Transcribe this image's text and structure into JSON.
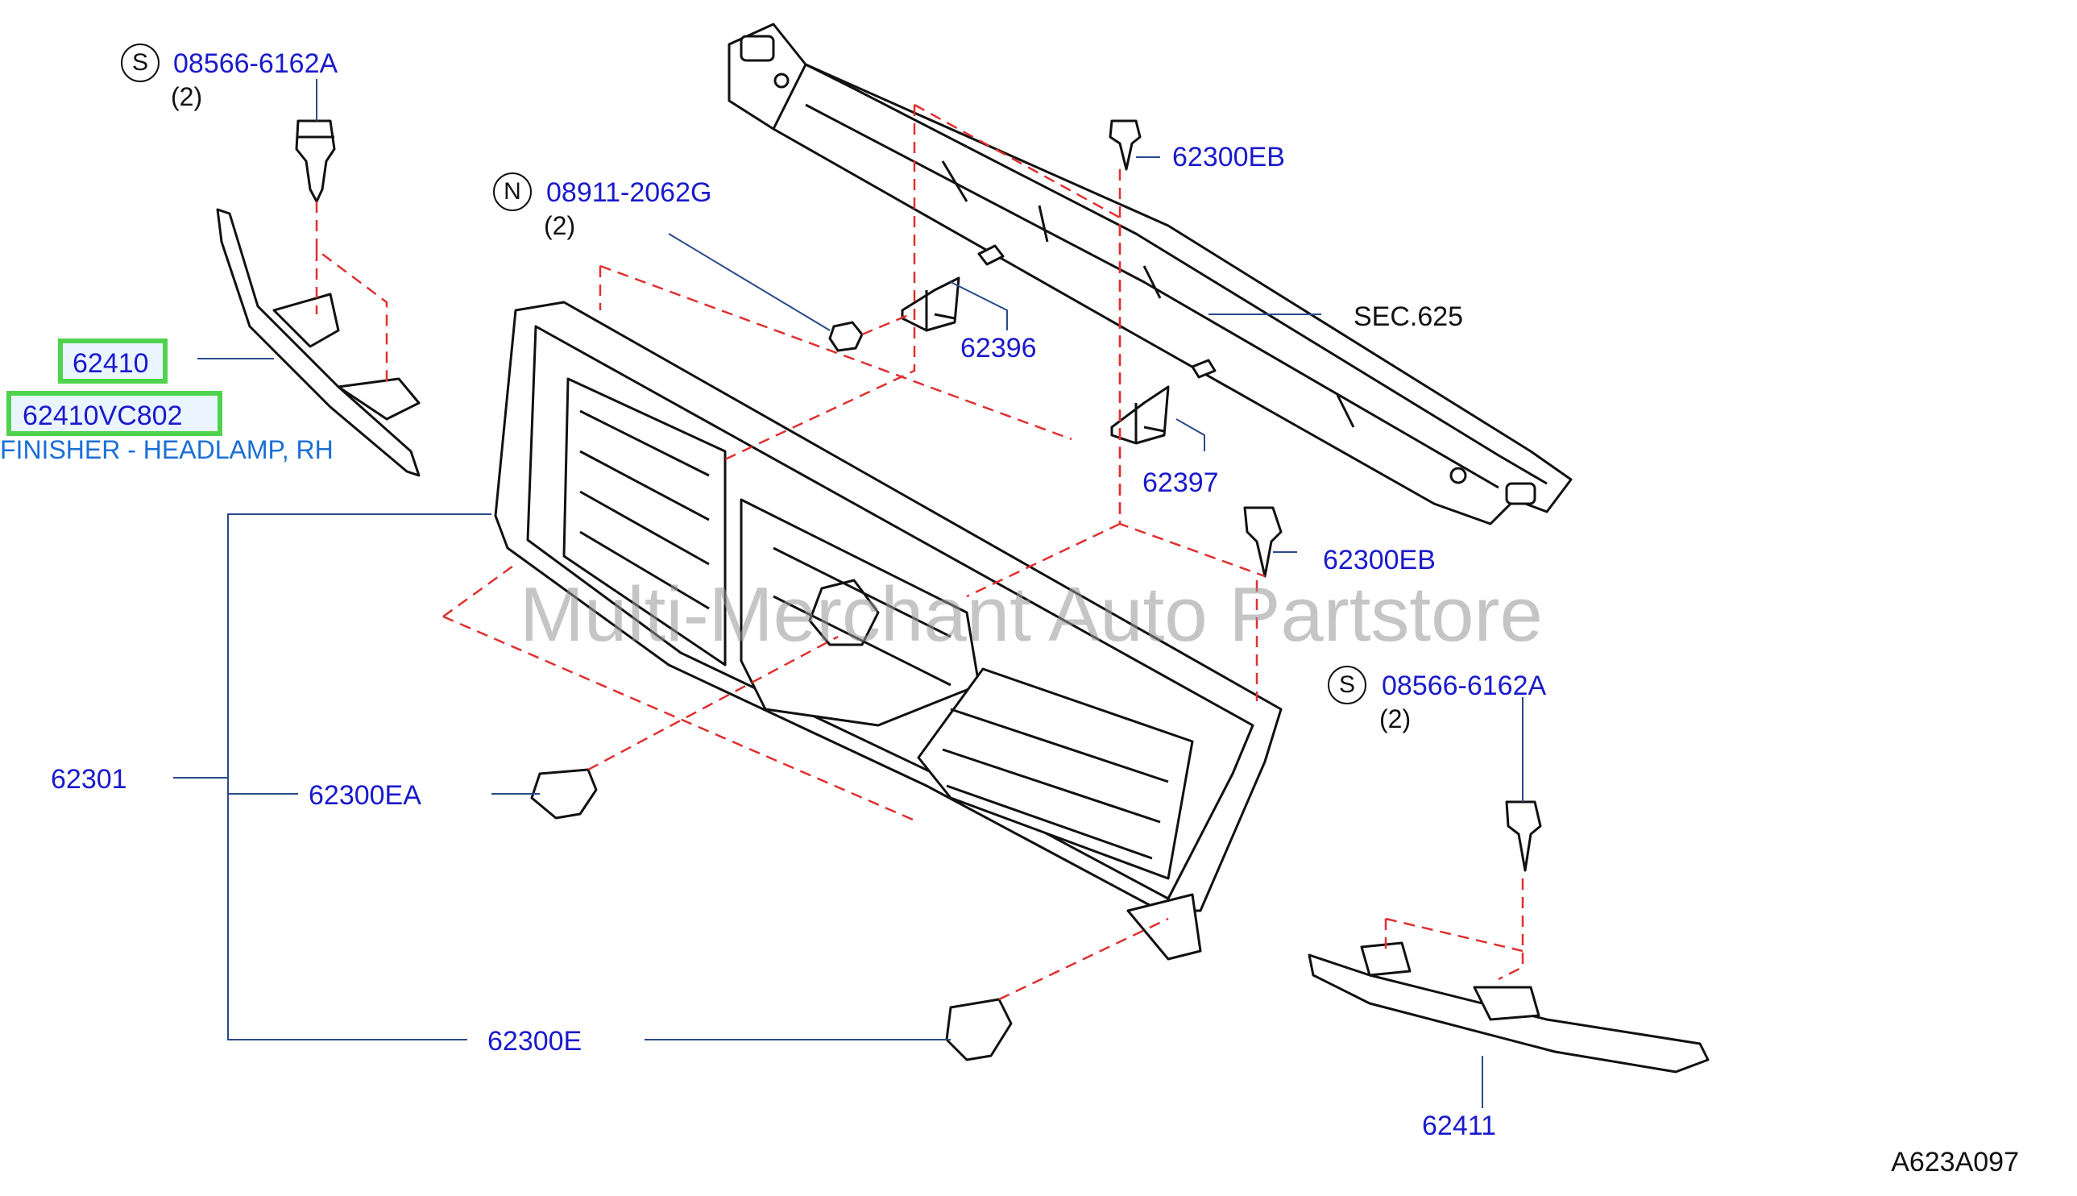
{
  "labels": {
    "bolt_top_part": "08566-6162A",
    "bolt_top_qty": "(2)",
    "bolt_top_prefix": "S",
    "nut_part": "08911-2062G",
    "nut_qty": "(2)",
    "nut_prefix": "N",
    "clip_top": "62300EB",
    "sec": "SEC.625",
    "bracket_left": "62396",
    "bracket_right": "62397",
    "clip_mid": "62300EB",
    "bolt_right_part": "08566-6162A",
    "bolt_right_qty": "(2)",
    "bolt_right_prefix": "S",
    "finisher_rh": "62410",
    "finisher_rh_alt": "62410VC802",
    "finisher_desc": "FINISHER - HEADLAMP, RH",
    "grille": "62301",
    "clip_ea": "62300EA",
    "clip_e": "62300E",
    "finisher_lh": "62411",
    "diagram_code": "A623A097"
  },
  "watermark": "Multi-Merchant Auto Partstore",
  "colors": {
    "part_label": "#1a1acc",
    "highlight_border": "#4fd34f",
    "dashed_line": "#e03030",
    "leader_line": "#2a4a8a"
  }
}
